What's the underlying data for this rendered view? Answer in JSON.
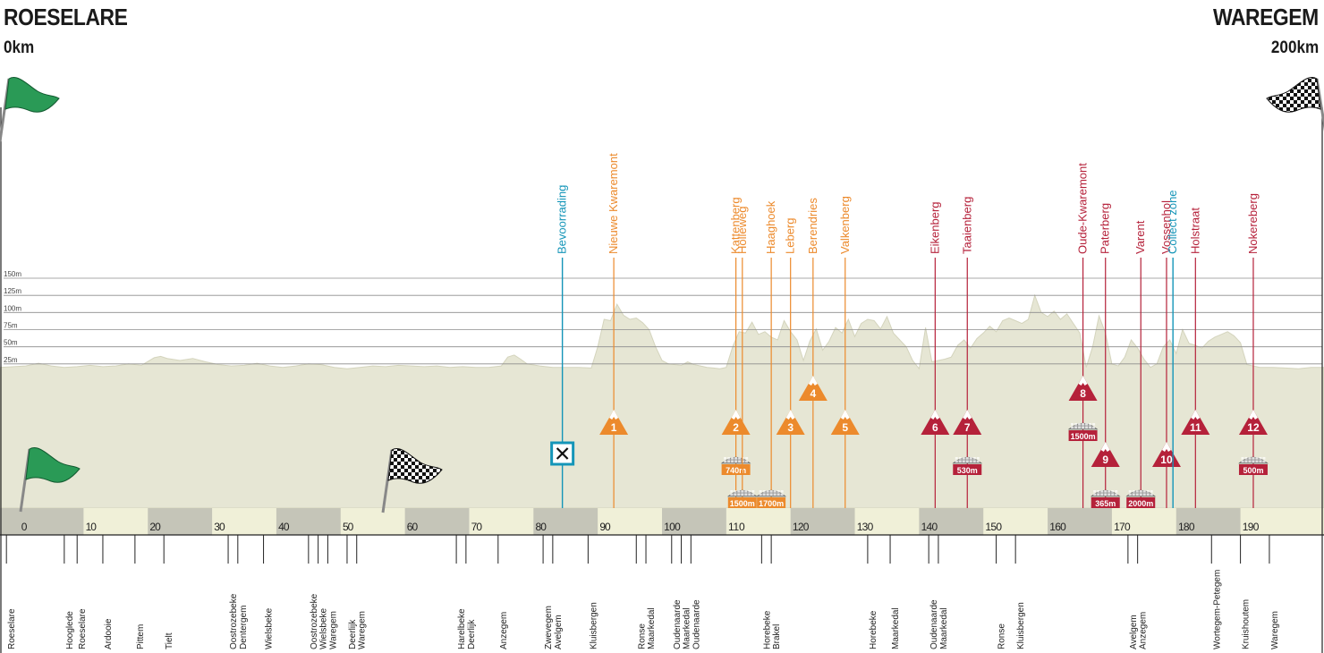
{
  "header": {
    "start_city": "ROESELARE",
    "start_km": "0km",
    "finish_city": "WAREGEM",
    "finish_km": "200km"
  },
  "colors": {
    "terrain": "#e6e6d4",
    "terrain_line": "#d4d4bd",
    "band_light": "#f0f0d8",
    "band_dark": "#c5c5b8",
    "climb_orange": "#ec8a2c",
    "climb_red": "#b5213a",
    "supply_blue": "#1495b8",
    "grid": "#8c8c8c",
    "flag_green": "#2a9a56"
  },
  "chart_data": {
    "type": "area",
    "title": "",
    "xlabel": "",
    "ylabel": "",
    "xlim": [
      -4,
      202
    ],
    "ylim": [
      0,
      150
    ],
    "km_ticks": [
      0,
      10,
      20,
      30,
      40,
      50,
      60,
      70,
      80,
      90,
      100,
      110,
      120,
      130,
      140,
      150,
      160,
      170,
      180,
      190
    ],
    "altitude_ticks": [
      {
        "value": 25,
        "label": "25m"
      },
      {
        "value": 50,
        "label": "50m"
      },
      {
        "value": 75,
        "label": "75m"
      },
      {
        "value": 100,
        "label": "100m"
      },
      {
        "value": 125,
        "label": "125m"
      },
      {
        "value": 150,
        "label": "150m"
      }
    ],
    "profile": {
      "x": [
        -4,
        0,
        2,
        4,
        6,
        8,
        10,
        12,
        14,
        16,
        18,
        20,
        21,
        22,
        24,
        26,
        28,
        30,
        32,
        34,
        36,
        38,
        40,
        42,
        44,
        46,
        48,
        50,
        52,
        54,
        56,
        58,
        60,
        62,
        64,
        66,
        68,
        70,
        72,
        74,
        75,
        76,
        77,
        78,
        80,
        82,
        84,
        86,
        88,
        89,
        90,
        91,
        92,
        93,
        94,
        95,
        96,
        97,
        98,
        99,
        100,
        101,
        102,
        103,
        104,
        105,
        106,
        107,
        108,
        109,
        110,
        111,
        112,
        113,
        114,
        115,
        116,
        117,
        118,
        119,
        120,
        121,
        122,
        123,
        124,
        125,
        126,
        127,
        128,
        129,
        130,
        131,
        132,
        133,
        134,
        135,
        136,
        137,
        138,
        139,
        140,
        141,
        142,
        143,
        144,
        145,
        146,
        147,
        148,
        149,
        150,
        151,
        152,
        153,
        154,
        155,
        156,
        157,
        158,
        159,
        160,
        161,
        162,
        163,
        164,
        165,
        166,
        167,
        168,
        169,
        170,
        171,
        172,
        173,
        174,
        175,
        176,
        177,
        178,
        179,
        180,
        181,
        182,
        183,
        184,
        185,
        186,
        187,
        188,
        189,
        190,
        191,
        192,
        194,
        196,
        198,
        200,
        202
      ],
      "y": [
        20,
        22,
        26,
        22,
        20,
        21,
        23,
        21,
        22,
        25,
        23,
        34,
        36,
        33,
        30,
        33,
        28,
        24,
        22,
        23,
        26,
        22,
        20,
        22,
        25,
        24,
        20,
        18,
        20,
        22,
        21,
        23,
        22,
        21,
        22,
        20,
        21,
        20,
        20,
        22,
        35,
        38,
        32,
        25,
        22,
        20,
        20,
        20,
        19,
        50,
        90,
        88,
        112,
        96,
        90,
        92,
        85,
        75,
        50,
        30,
        25,
        24,
        23,
        28,
        24,
        22,
        20,
        19,
        18,
        20,
        50,
        72,
        70,
        86,
        68,
        72,
        64,
        60,
        88,
        72,
        60,
        30,
        58,
        76,
        45,
        58,
        78,
        70,
        90,
        65,
        84,
        90,
        88,
        76,
        94,
        70,
        60,
        50,
        30,
        18,
        78,
        28,
        30,
        32,
        35,
        52,
        60,
        48,
        62,
        70,
        80,
        72,
        88,
        92,
        88,
        84,
        90,
        125,
        100,
        94,
        102,
        90,
        98,
        84,
        70,
        20,
        50,
        95,
        70,
        25,
        22,
        35,
        60,
        48,
        32,
        20,
        25,
        50,
        60,
        40,
        75,
        55,
        52,
        48,
        58,
        64,
        68,
        72,
        66,
        56,
        24,
        22,
        20,
        20,
        19,
        18,
        20,
        20
      ]
    },
    "climbs": [
      {
        "number": "1",
        "name": "Nieuwe Kwaremont",
        "km": 91.5,
        "category": "orange",
        "level": 0
      },
      {
        "number": "2",
        "name": "Kattenberg",
        "km": 110.5,
        "category": "orange",
        "level": 0,
        "cobbles": "740m",
        "cobbles_level": 1
      },
      {
        "number": "",
        "name": "Holleweg",
        "km": 111.5,
        "category": "orange",
        "level": -1,
        "cobbles": "1500m",
        "cobbles_level": 2
      },
      {
        "number": "",
        "name": "Haaghoek",
        "km": 116,
        "category": "orange",
        "level": -1,
        "cobbles": "1700m",
        "cobbles_level": 2
      },
      {
        "number": "3",
        "name": "Leberg",
        "km": 119,
        "category": "orange",
        "level": 0
      },
      {
        "number": "4",
        "name": "Berendries",
        "km": 122.5,
        "category": "orange",
        "level": 1
      },
      {
        "number": "5",
        "name": "Valkenberg",
        "km": 127.5,
        "category": "orange",
        "level": 0
      },
      {
        "number": "6",
        "name": "Eikenberg",
        "km": 141.5,
        "category": "red",
        "level": 0
      },
      {
        "number": "7",
        "name": "Taaienberg",
        "km": 146.5,
        "category": "red",
        "level": 0,
        "cobbles": "530m",
        "cobbles_level": 1
      },
      {
        "number": "8",
        "name": "Oude-Kwaremont",
        "km": 164.5,
        "category": "red",
        "level": 1,
        "cobbles": "1500m",
        "cobbles_level": 0
      },
      {
        "number": "9",
        "name": "Paterberg",
        "km": 168,
        "category": "red",
        "level": 2,
        "cobbles": "365m",
        "cobbles_level": 2
      },
      {
        "number": "",
        "name": "Varent",
        "km": 173.5,
        "category": "red",
        "level": -1,
        "cobbles": "2000m",
        "cobbles_level": 2
      },
      {
        "number": "10",
        "name": "Vossenhol",
        "km": 177.5,
        "category": "red",
        "level": 2
      },
      {
        "number": "11",
        "name": "Holstraat",
        "km": 182,
        "category": "red",
        "level": 0
      },
      {
        "number": "12",
        "name": "Nokereberg",
        "km": 191,
        "category": "red",
        "level": 0,
        "cobbles": "500m",
        "cobbles_level": 1
      }
    ],
    "blue_markers": [
      {
        "name": "Bevoorrading",
        "km": 83.5,
        "icon": "feed-zone-icon"
      },
      {
        "name": "Collect zone",
        "km": 178.5,
        "icon": ""
      }
    ],
    "locality_group_bands": [
      {
        "from": -4,
        "to": 9
      },
      {
        "from": 19,
        "to": 29
      },
      {
        "from": 39,
        "to": 49
      },
      {
        "from": 59,
        "to": 69
      },
      {
        "from": 79,
        "to": 89
      },
      {
        "from": 99,
        "to": 109
      },
      {
        "from": 119,
        "to": 129
      },
      {
        "from": 139,
        "to": 149
      },
      {
        "from": 159,
        "to": 169
      },
      {
        "from": 179,
        "to": 189
      }
    ],
    "localities": [
      {
        "name": "Roeselare",
        "km": -3
      },
      {
        "name": "Hooglede",
        "km": 6
      },
      {
        "name": "Roeselare",
        "km": 8
      },
      {
        "name": "Ardooie",
        "km": 12
      },
      {
        "name": "Pittem",
        "km": 17
      },
      {
        "name": "Tielt",
        "km": 21.5
      },
      {
        "name": "Oostrozebeke",
        "km": 31.5
      },
      {
        "name": "Dentergem",
        "km": 33
      },
      {
        "name": "Wielsbeke",
        "km": 37
      },
      {
        "name": "Oostrozebeke",
        "km": 44
      },
      {
        "name": "Wielsbeke",
        "km": 45.5
      },
      {
        "name": "Waregem",
        "km": 47
      },
      {
        "name": "Deerlijk",
        "km": 50
      },
      {
        "name": "Waregem",
        "km": 51.5
      },
      {
        "name": "Harelbeke",
        "km": 67
      },
      {
        "name": "Deerlijk",
        "km": 68.5
      },
      {
        "name": "Anzegem",
        "km": 73.5
      },
      {
        "name": "Zwevegem",
        "km": 80.5
      },
      {
        "name": "Avelgem",
        "km": 82
      },
      {
        "name": "Kluisbergen",
        "km": 87.5
      },
      {
        "name": "Ronse",
        "km": 95
      },
      {
        "name": "Maarkedal",
        "km": 96.5
      },
      {
        "name": "Oudenaarde",
        "km": 100.5
      },
      {
        "name": "Maarkedal",
        "km": 102
      },
      {
        "name": "Oudenaarde",
        "km": 103.5
      },
      {
        "name": "Horebeke",
        "km": 114.5
      },
      {
        "name": "Brakel",
        "km": 116
      },
      {
        "name": "Horebeke",
        "km": 131
      },
      {
        "name": "Maarkedal",
        "km": 134.5
      },
      {
        "name": "Oudenaarde",
        "km": 140.5
      },
      {
        "name": "Maarkedal",
        "km": 142
      },
      {
        "name": "Ronse",
        "km": 151
      },
      {
        "name": "Kluisbergen",
        "km": 154
      },
      {
        "name": "Avelgem",
        "km": 171.5
      },
      {
        "name": "Anzegem",
        "km": 173
      },
      {
        "name": "Wortegem-Petegem",
        "km": 184.5
      },
      {
        "name": "Kruishoutem",
        "km": 189
      },
      {
        "name": "Waregem",
        "km": 193.5
      }
    ],
    "flags": [
      {
        "type": "start",
        "km": -3.5,
        "altitude": 150
      },
      {
        "type": "finish",
        "km": 201,
        "altitude": 150
      },
      {
        "type": "start",
        "km": 0.5,
        "altitude": 20
      },
      {
        "type": "finish",
        "km": 56.5,
        "altitude": 20
      }
    ]
  }
}
